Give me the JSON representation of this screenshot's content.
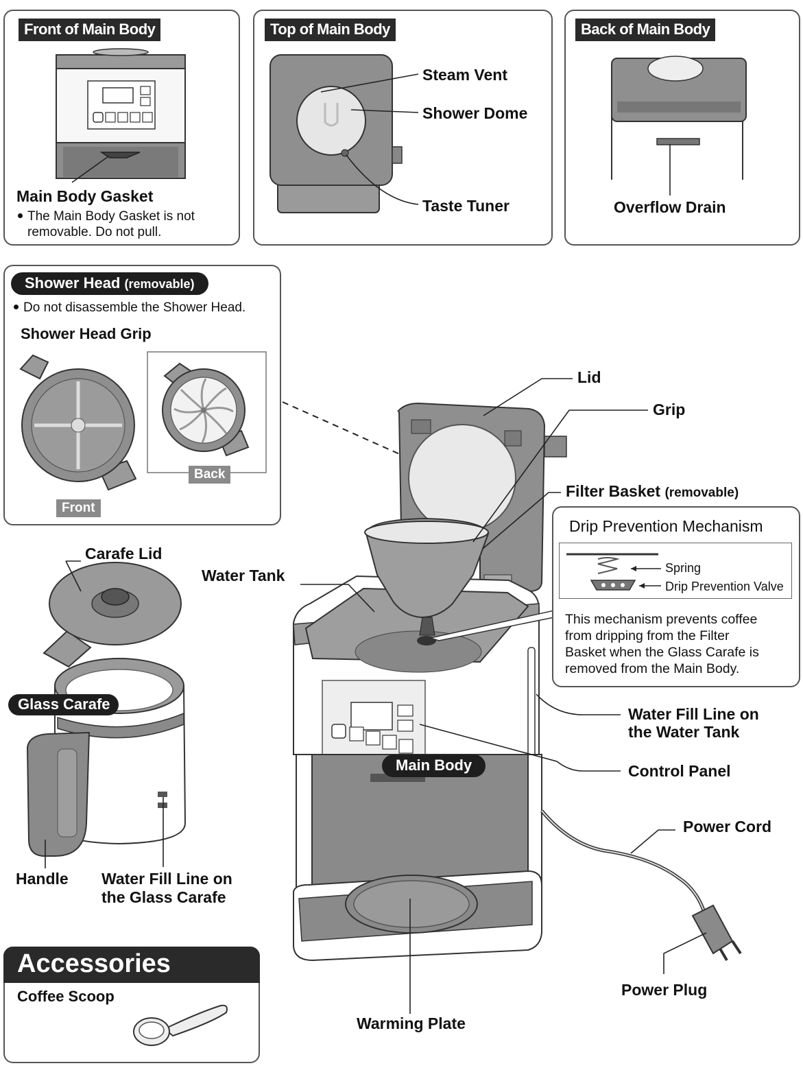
{
  "panels": {
    "front": {
      "title": "Front of Main Body",
      "label": "Main Body Gasket",
      "note_line1": "The Main Body Gasket is not",
      "note_line2": "removable. Do not pull."
    },
    "top": {
      "title": "Top of Main Body",
      "labels": [
        "Steam Vent",
        "Shower Dome",
        "Taste Tuner"
      ]
    },
    "back": {
      "title": "Back of Main Body",
      "label": "Overflow Drain"
    },
    "shower_head": {
      "title": "Shower Head",
      "title_suffix": "(removable)",
      "note": "Do not disassemble the Shower Head.",
      "grip_label": "Shower Head Grip",
      "front_tag": "Front",
      "back_tag": "Back"
    },
    "drip": {
      "title": "Drip Prevention Mechanism",
      "spring": "Spring",
      "valve": "Drip Prevention Valve",
      "description_lines": [
        "This mechanism prevents coffee",
        "from dripping from the Filter",
        "Basket when the Glass Carafe is",
        "removed from the Main Body."
      ]
    },
    "accessories": {
      "title": "Accessories",
      "item": "Coffee Scoop"
    }
  },
  "main_labels": {
    "lid": "Lid",
    "grip": "Grip",
    "filter_basket": "Filter Basket",
    "filter_basket_suffix": "(removable)",
    "water_tank": "Water Tank",
    "water_fill_tank_line1": "Water Fill Line on",
    "water_fill_tank_line2": "the Water Tank",
    "control_panel": "Control Panel",
    "main_body": "Main Body",
    "power_cord": "Power Cord",
    "power_plug": "Power Plug",
    "warming_plate": "Warming Plate"
  },
  "carafe_labels": {
    "carafe_lid": "Carafe Lid",
    "glass_carafe": "Glass Carafe",
    "handle": "Handle",
    "water_fill_carafe_line1": "Water Fill Line on",
    "water_fill_carafe_line2": "the Glass Carafe"
  }
}
